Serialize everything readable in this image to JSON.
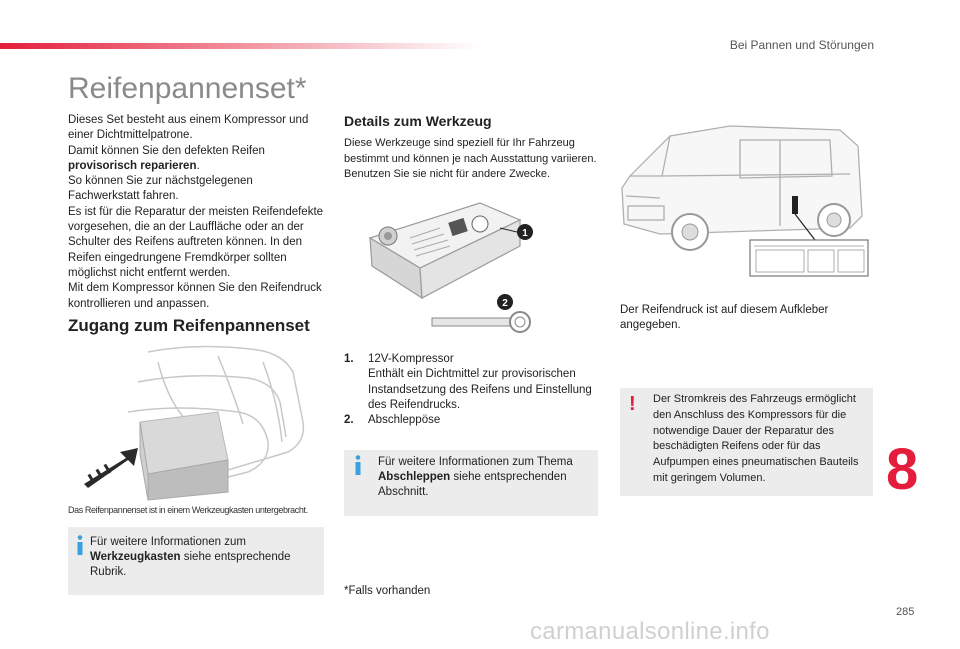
{
  "header": {
    "chapter": "Bei Pannen und Störungen"
  },
  "title": "Reifenpannenset*",
  "intro": {
    "p1": "Dieses Set besteht aus einem Kompressor und einer Dichtmittelpatrone.",
    "p2a": "Damit können Sie den defekten Reifen ",
    "p2b": "provisorisch reparieren",
    "p2c": ".",
    "p3": "So können Sie zur nächstgelegenen Fachwerkstatt fahren.",
    "p4": "Es ist für die Reparatur der meisten Reifendefekte vorgesehen, die an der Lauffläche oder an der Schulter des Reifens auftreten können. In den Reifen eingedrungene Fremdkörper sollten möglichst nicht entfernt werden.",
    "p5": "Mit dem Kompressor können Sie den Reifendruck kontrollieren und anpassen."
  },
  "access": {
    "heading": "Zugang zum Reifenpannenset",
    "caption": "Das Reifenpannenset ist in einem Werkzeugkasten untergebracht.",
    "info_a": "Für weitere Informationen zum ",
    "info_b": "Werkzeugkasten",
    "info_c": " siehe entsprechende Rubrik."
  },
  "details": {
    "heading": "Details zum Werkzeug",
    "text": "Diese Werkzeuge sind speziell für Ihr Fahrzeug bestimmt und können je nach Ausstattung variieren. Benutzen Sie sie nicht für andere Zwecke.",
    "callout1": "1",
    "callout2": "2",
    "items": [
      {
        "num": "1.",
        "title": "12V-Kompressor",
        "desc": "Enthält ein Dichtmittel zur provisorischen Instandsetzung des Reifens und Einstellung des Reifendrucks."
      },
      {
        "num": "2.",
        "title": "Abschleppöse",
        "desc": ""
      }
    ],
    "info_a": "Für weitere Informationen zum Thema ",
    "info_b": "Abschleppen",
    "info_c": " siehe entsprechenden Abschnitt.",
    "footnote": "*Falls vorhanden"
  },
  "pressure": {
    "text": "Der Reifendruck ist auf diesem Aufkleber angegeben.",
    "warning_icon": "!",
    "warning": "Der Stromkreis des Fahrzeugs ermöglicht den Anschluss des Kompressors für die notwendige Dauer der Reparatur des beschädigten Reifens oder für das Aufpumpen eines pneumatischen Bauteils mit geringem Volumen."
  },
  "chapter_number": "8",
  "page_number": "285",
  "watermark": "carmanualsonline.info",
  "colors": {
    "accent": "#e31d3b",
    "info": "#3aa0e0",
    "box": "#ececec"
  }
}
